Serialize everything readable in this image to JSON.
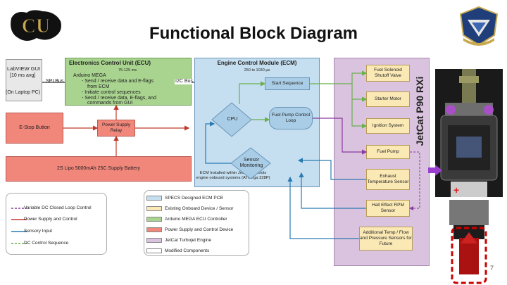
{
  "slide_title": "Functional Block Diagram",
  "page_number": "7",
  "engine_label": "JetCat P90 RXi",
  "labview": {
    "title": "LabVIEW GUI",
    "rate": "[10 ms avg]",
    "host": "(On Laptop PC)"
  },
  "spi_bus": "SPI Bus",
  "i2c_bus": "I2C Bus",
  "ecu": {
    "title": "Electronics Control Unit (ECU)",
    "rate": "75-125 ms",
    "lines": [
      "Arduino MEGA",
      "- Send / receive data and E-flags",
      "  from ECM",
      "- Initiate control sequences",
      "- Send / receive data, E-flags, and",
      "  commands from GUI"
    ]
  },
  "ecm": {
    "title": "Engine Control Module (ECM)",
    "rate": "250 to 1030 µs",
    "start_sequence": "Start Sequence",
    "cpu": "CPU",
    "fuel_pump_loop": "Fuel Pump Control Loop",
    "sensor_monitoring": "Sensor Monitoring",
    "note": "ECM Installed within JetCat, controls engine onboard systems (ATmega 328P)"
  },
  "estop": "E-Stop Button",
  "relay": "Power Supply Relay",
  "battery": "2S Lipo 5000mAh 25C Supply Battery",
  "components": [
    "Fuel Solenoid Shutoff Valve",
    "Starter Motor",
    "Ignition System",
    "Fuel Pump",
    "Exhaust Temperature Sensor",
    "Hall Effect RPM Sensor",
    "Additional Temp / Flow and Pressure Sensors for Future"
  ],
  "legend_lines": [
    {
      "label": "Variable DC Closed Loop Control",
      "color": "#8b3a9e"
    },
    {
      "label": "Power Supply and Control",
      "color": "#c0392b"
    },
    {
      "label": "Sensory Input",
      "color": "#2a7ab0"
    },
    {
      "label": "DC Control Sequence",
      "color": "#6ab04c"
    }
  ],
  "legend_boxes": [
    {
      "label": "SPECS Designed ECM PCB",
      "color": "#c5dff0"
    },
    {
      "label": "Existing Onboard Device / Sensor",
      "color": "#fbe9b5"
    },
    {
      "label": "Arduino MEGA ECU Controller",
      "color": "#a9d48f"
    },
    {
      "label": "Power Supply and Control Device",
      "color": "#f1867b"
    },
    {
      "label": "JetCat Turbojet Engine",
      "color": "#d9c3de"
    },
    {
      "label": "Modified Components",
      "color": "#ffffff"
    }
  ],
  "plus_sign": "+"
}
